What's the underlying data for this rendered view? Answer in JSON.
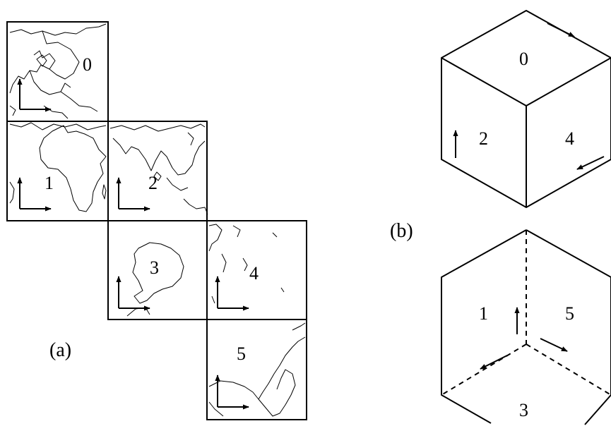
{
  "panel_labels": {
    "a": "(a)",
    "b": "(b)"
  },
  "net_faces": [
    {
      "id": "0",
      "label": "0"
    },
    {
      "id": "1",
      "label": "1"
    },
    {
      "id": "2",
      "label": "2"
    },
    {
      "id": "3",
      "label": "3"
    },
    {
      "id": "4",
      "label": "4"
    },
    {
      "id": "5",
      "label": "5"
    }
  ],
  "cube_top_faces": [
    {
      "id": "0",
      "label": "0"
    },
    {
      "id": "2",
      "label": "2"
    },
    {
      "id": "4",
      "label": "4"
    }
  ],
  "cube_bottom_faces": [
    {
      "id": "1",
      "label": "1"
    },
    {
      "id": "5",
      "label": "5"
    },
    {
      "id": "3",
      "label": "3"
    }
  ]
}
